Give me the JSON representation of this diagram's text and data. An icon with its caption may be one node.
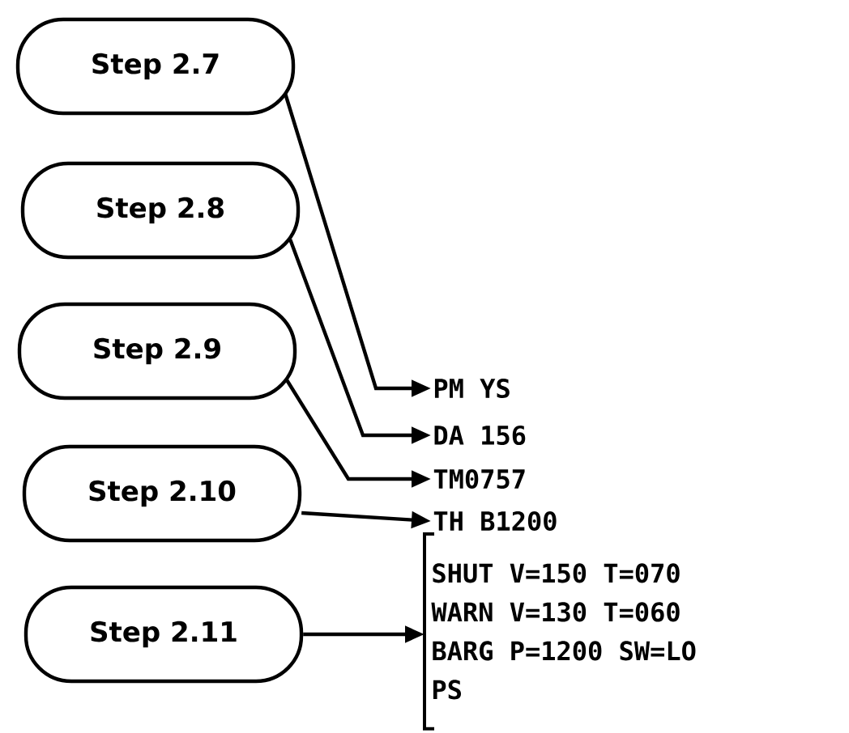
{
  "diagram": {
    "nodes": [
      {
        "text": [
          "Step 2.7"
        ]
      },
      {
        "text": [
          "Step 2.8"
        ]
      },
      {
        "text": [
          "Step 2.9"
        ]
      },
      {
        "text": [
          "Step 2.10"
        ]
      },
      {
        "text": [
          "Step 2.11"
        ]
      },
      {
        "text": [
          "PM YS"
        ]
      },
      {
        "text": [
          "DA 156"
        ]
      },
      {
        "text": [
          "TM0757"
        ]
      },
      {
        "text": [
          "TH B1200"
        ]
      },
      {
        "text": [
          "SHUT V=150 T=070",
          "WARN V=130 T=060",
          "BARG P=1200 SW=LO",
          "PS"
        ]
      }
    ],
    "edges": [
      {
        "from": 0,
        "to": 5,
        "arrow": "to"
      },
      {
        "from": 1,
        "to": 6,
        "arrow": "to"
      },
      {
        "from": 2,
        "to": 7,
        "arrow": "to"
      },
      {
        "from": 3,
        "to": 8,
        "arrow": "to"
      },
      {
        "from": 4,
        "to": 9,
        "arrow": "to"
      }
    ]
  }
}
